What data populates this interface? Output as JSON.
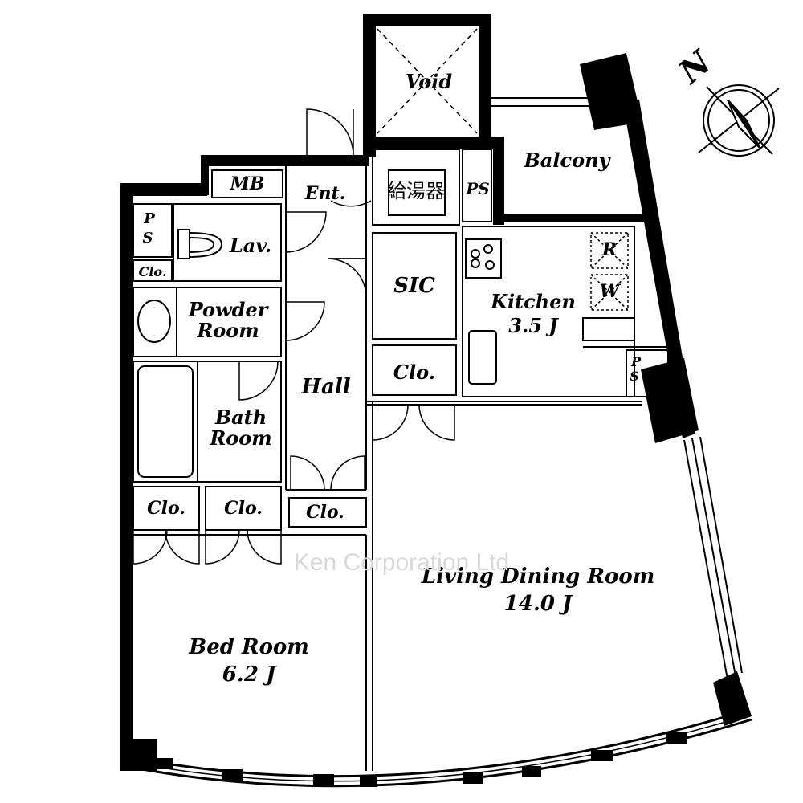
{
  "watermark": "Ken Corporation Ltd",
  "compass": {
    "north_label": "N"
  },
  "rooms": {
    "void": "Void",
    "balcony": "Balcony",
    "mb": "MB",
    "entrance": "Ent.",
    "water_heater": "給湯器",
    "ps_top": "PS",
    "ps_left_p": "P",
    "ps_left_s": "S",
    "lavatory": "Lav.",
    "closet_small": "Clo.",
    "sic": "SIC",
    "kitchen": "Kitchen",
    "kitchen_size": "3.5 J",
    "refrigerator": "R",
    "washer": "W",
    "ps_right_p": "P",
    "ps_right_s": "S",
    "powder_room_1": "Powder",
    "powder_room_2": "Room",
    "hall": "Hall",
    "closet_mid": "Clo.",
    "bath_room_1": "Bath",
    "bath_room_2": "Room",
    "closet_1": "Clo.",
    "closet_2": "Clo.",
    "closet_3": "Clo.",
    "living": "Living Dining Room",
    "living_size": "14.0 J",
    "bedroom": "Bed Room",
    "bedroom_size": "6.2 J"
  }
}
